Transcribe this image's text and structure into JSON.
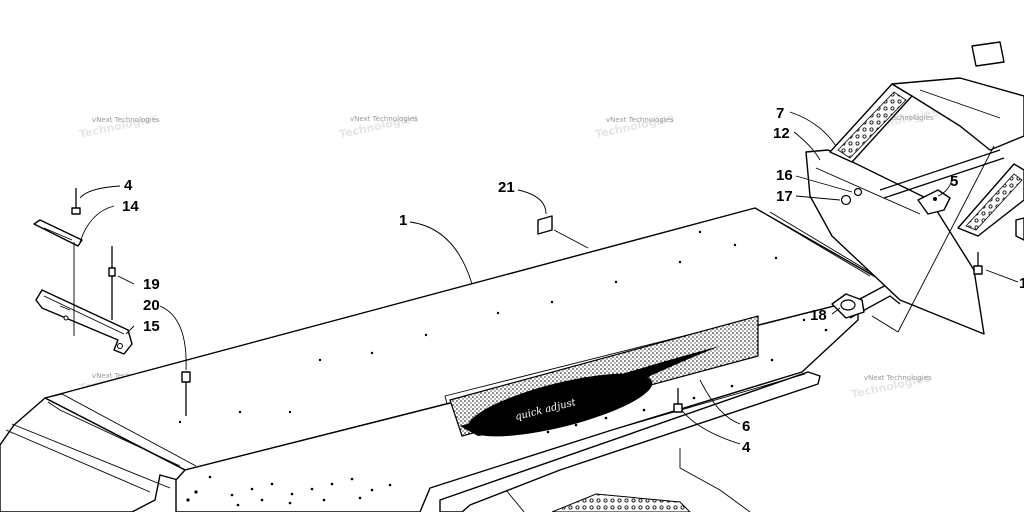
{
  "callouts": {
    "c1": "1",
    "c4a": "4",
    "c4b": "4",
    "c5": "5",
    "c6": "6",
    "c7": "7",
    "c12": "12",
    "c14": "14",
    "c15": "15",
    "c16": "16",
    "c17": "17",
    "c18": "18",
    "c19": "19",
    "c20": "20",
    "c21": "21",
    "c1r": "1"
  },
  "decal_text": "quick adjust",
  "watermark": {
    "line1": "vNext Technologies",
    "line2": "Technologies"
  },
  "colors": {
    "ink": "#000000",
    "paper": "#ffffff",
    "watermark": "#9a9a9a"
  }
}
